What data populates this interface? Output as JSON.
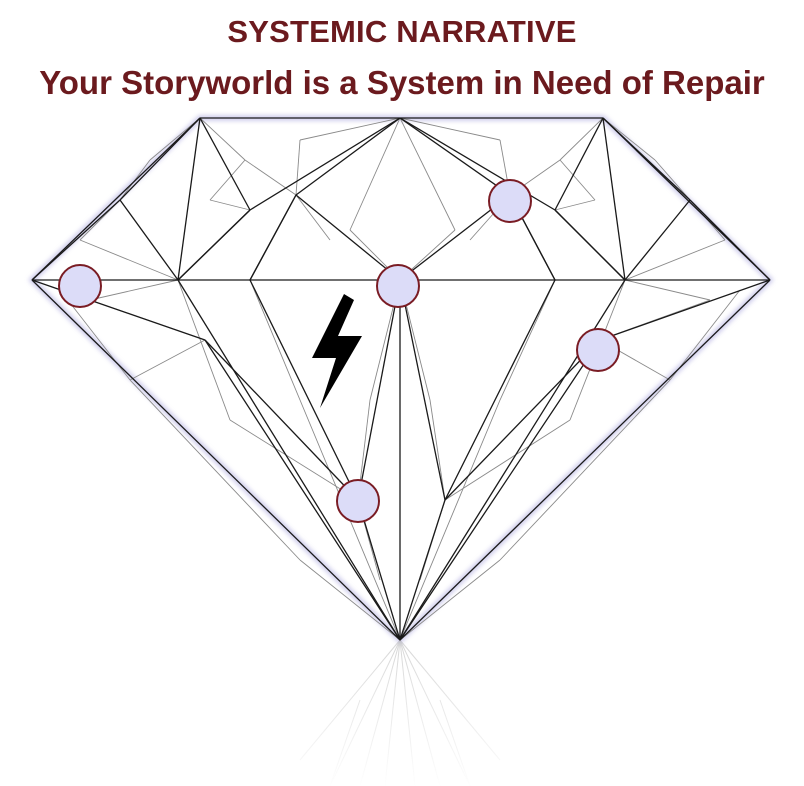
{
  "title": "SYSTEMIC NARRATIVE",
  "subtitle": "Your Storyworld is a System in Need of Repair",
  "colors": {
    "title": "#6b1a1e",
    "line_dark": "#1a1a1a",
    "line_light": "#8a8a8a",
    "node_fill": "#dcdcf8",
    "node_stroke": "#7a1c24",
    "bolt": "#000000",
    "edge_glow": "#9c98d8"
  },
  "diagram": {
    "nodes": [
      {
        "name": "node-left"
      },
      {
        "name": "node-upper-right"
      },
      {
        "name": "node-center"
      },
      {
        "name": "node-right"
      },
      {
        "name": "node-bottom"
      }
    ],
    "disruption_icon": "lightning-bolt-icon"
  }
}
